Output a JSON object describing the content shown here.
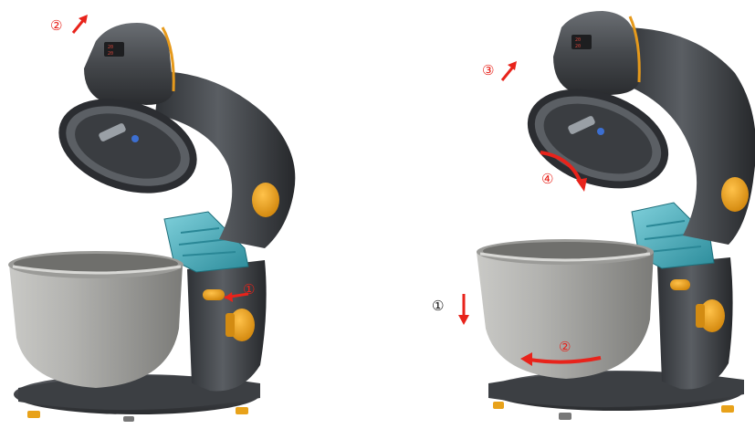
{
  "colors": {
    "body": "#4a4d52",
    "body_dark": "#2b2d31",
    "accent": "#f0a21a",
    "bowl": "#a9a9a6",
    "bowl_dark": "#7c7c79",
    "bracket": "#4fb3c2",
    "arrow": "#e8231b",
    "display": "#d9463b"
  },
  "left_figure": {
    "steps": {
      "step_1": "①",
      "step_2": "②"
    },
    "display": {
      "line1": "20",
      "line2": "20"
    }
  },
  "right_figure": {
    "steps": {
      "step_1": "①",
      "step_2": "②",
      "step_3": "③",
      "step_4": "④"
    },
    "display": {
      "line1": "20",
      "line2": "20"
    }
  }
}
